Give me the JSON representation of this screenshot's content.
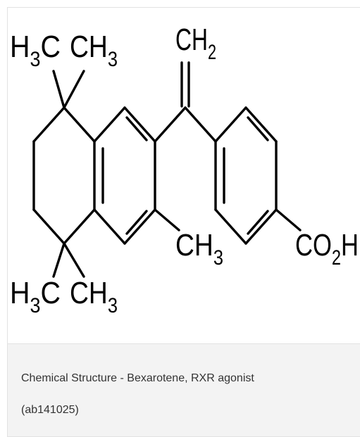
{
  "structure": {
    "labels": {
      "ch2": {
        "main": "CH",
        "sub": "2"
      },
      "h3c_top": {
        "pre": "H",
        "sub": "3",
        "post": "C"
      },
      "ch3_top": {
        "main": "CH",
        "sub": "3"
      },
      "ch3_mid": {
        "main": "CH",
        "sub": "3"
      },
      "co2h": {
        "a": "CO",
        "sub": "2",
        "b": "H"
      },
      "h3c_bot": {
        "pre": "H",
        "sub": "3",
        "post": "C"
      },
      "ch3_bot": {
        "main": "CH",
        "sub": "3"
      }
    }
  },
  "caption": {
    "line1": "Chemical Structure - Bexarotene, RXR agonist",
    "line2": "(ab141025)"
  }
}
